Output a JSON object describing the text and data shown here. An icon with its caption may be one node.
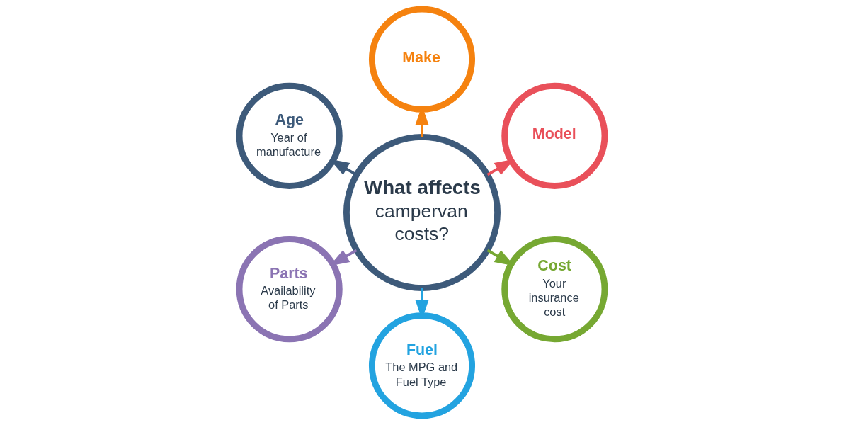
{
  "diagram": {
    "nodes": [
      {
        "text": [
          "What affects",
          "campervan costs?"
        ]
      },
      {
        "text": [
          "Make"
        ]
      },
      {
        "text": [
          "Model"
        ]
      },
      {
        "text": [
          "Cost",
          "Your insurance cost"
        ]
      },
      {
        "text": [
          "Fuel",
          "The MPG and Fuel Type"
        ]
      },
      {
        "text": [
          "Parts",
          "Availability of Parts"
        ]
      },
      {
        "text": [
          "Age",
          "Year of manufacture"
        ]
      }
    ],
    "edges": [
      {
        "from": 0,
        "to": 1,
        "arrow": "to",
        "color": "#f5820f"
      },
      {
        "from": 0,
        "to": 2,
        "arrow": "to",
        "color": "#e9505a"
      },
      {
        "from": 0,
        "to": 3,
        "arrow": "to",
        "color": "#76a832"
      },
      {
        "from": 0,
        "to": 4,
        "arrow": "to",
        "color": "#23a3e0"
      },
      {
        "from": 0,
        "to": 5,
        "arrow": "to",
        "color": "#8b74b3"
      },
      {
        "from": 0,
        "to": 6,
        "arrow": "to",
        "color": "#3d5a7a"
      }
    ]
  }
}
